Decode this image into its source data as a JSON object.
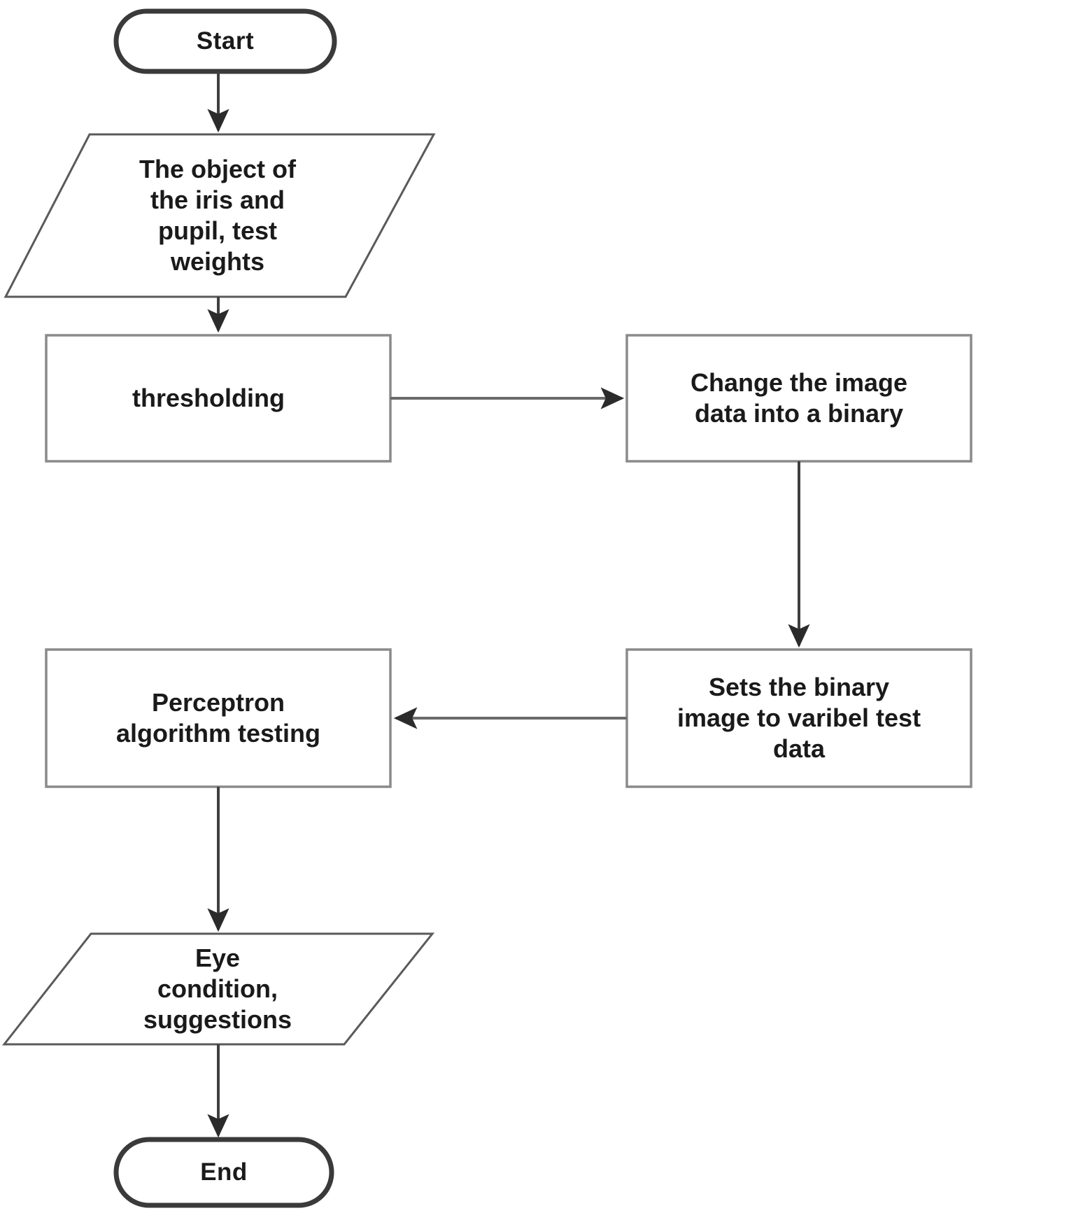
{
  "diagram": {
    "title": "Perceptron eye condition testing flowchart",
    "type": "flowchart",
    "background_color": "#ffffff",
    "stroke_color_terminal": "#3a3a3a",
    "stroke_color_shape": "#808080",
    "stroke_color_connector": "#3f3f3f",
    "text_color": "#1a1a1a"
  },
  "nodes": [
    {
      "id": "start",
      "shape": "terminal",
      "label": "Start"
    },
    {
      "id": "input-object",
      "shape": "parallelogram",
      "label": "The object of\nthe iris and\npupil, test\nweights"
    },
    {
      "id": "thresholding",
      "shape": "process",
      "label": "thresholding"
    },
    {
      "id": "change-binary",
      "shape": "process",
      "label": "Change the image\ndata into a binary"
    },
    {
      "id": "sets-binary",
      "shape": "process",
      "label": "Sets the binary\nimage to varibel test\ndata"
    },
    {
      "id": "perceptron-testing",
      "shape": "process",
      "label": "Perceptron\nalgorithm testing"
    },
    {
      "id": "output-eye",
      "shape": "parallelogram",
      "label": "Eye\ncondition,\nsuggestions"
    },
    {
      "id": "end",
      "shape": "terminal",
      "label": "End"
    }
  ],
  "edges": [
    {
      "id": "e1",
      "from": "start",
      "to": "input-object",
      "direction": "down",
      "label": ""
    },
    {
      "id": "e2",
      "from": "input-object",
      "to": "thresholding",
      "direction": "down",
      "label": ""
    },
    {
      "id": "e3",
      "from": "thresholding",
      "to": "change-binary",
      "direction": "right",
      "label": ""
    },
    {
      "id": "e4",
      "from": "change-binary",
      "to": "sets-binary",
      "direction": "down",
      "label": ""
    },
    {
      "id": "e5",
      "from": "sets-binary",
      "to": "perceptron-testing",
      "direction": "left",
      "label": ""
    },
    {
      "id": "e6",
      "from": "perceptron-testing",
      "to": "output-eye",
      "direction": "down",
      "label": ""
    },
    {
      "id": "e7",
      "from": "output-eye",
      "to": "end",
      "direction": "down",
      "label": ""
    }
  ]
}
